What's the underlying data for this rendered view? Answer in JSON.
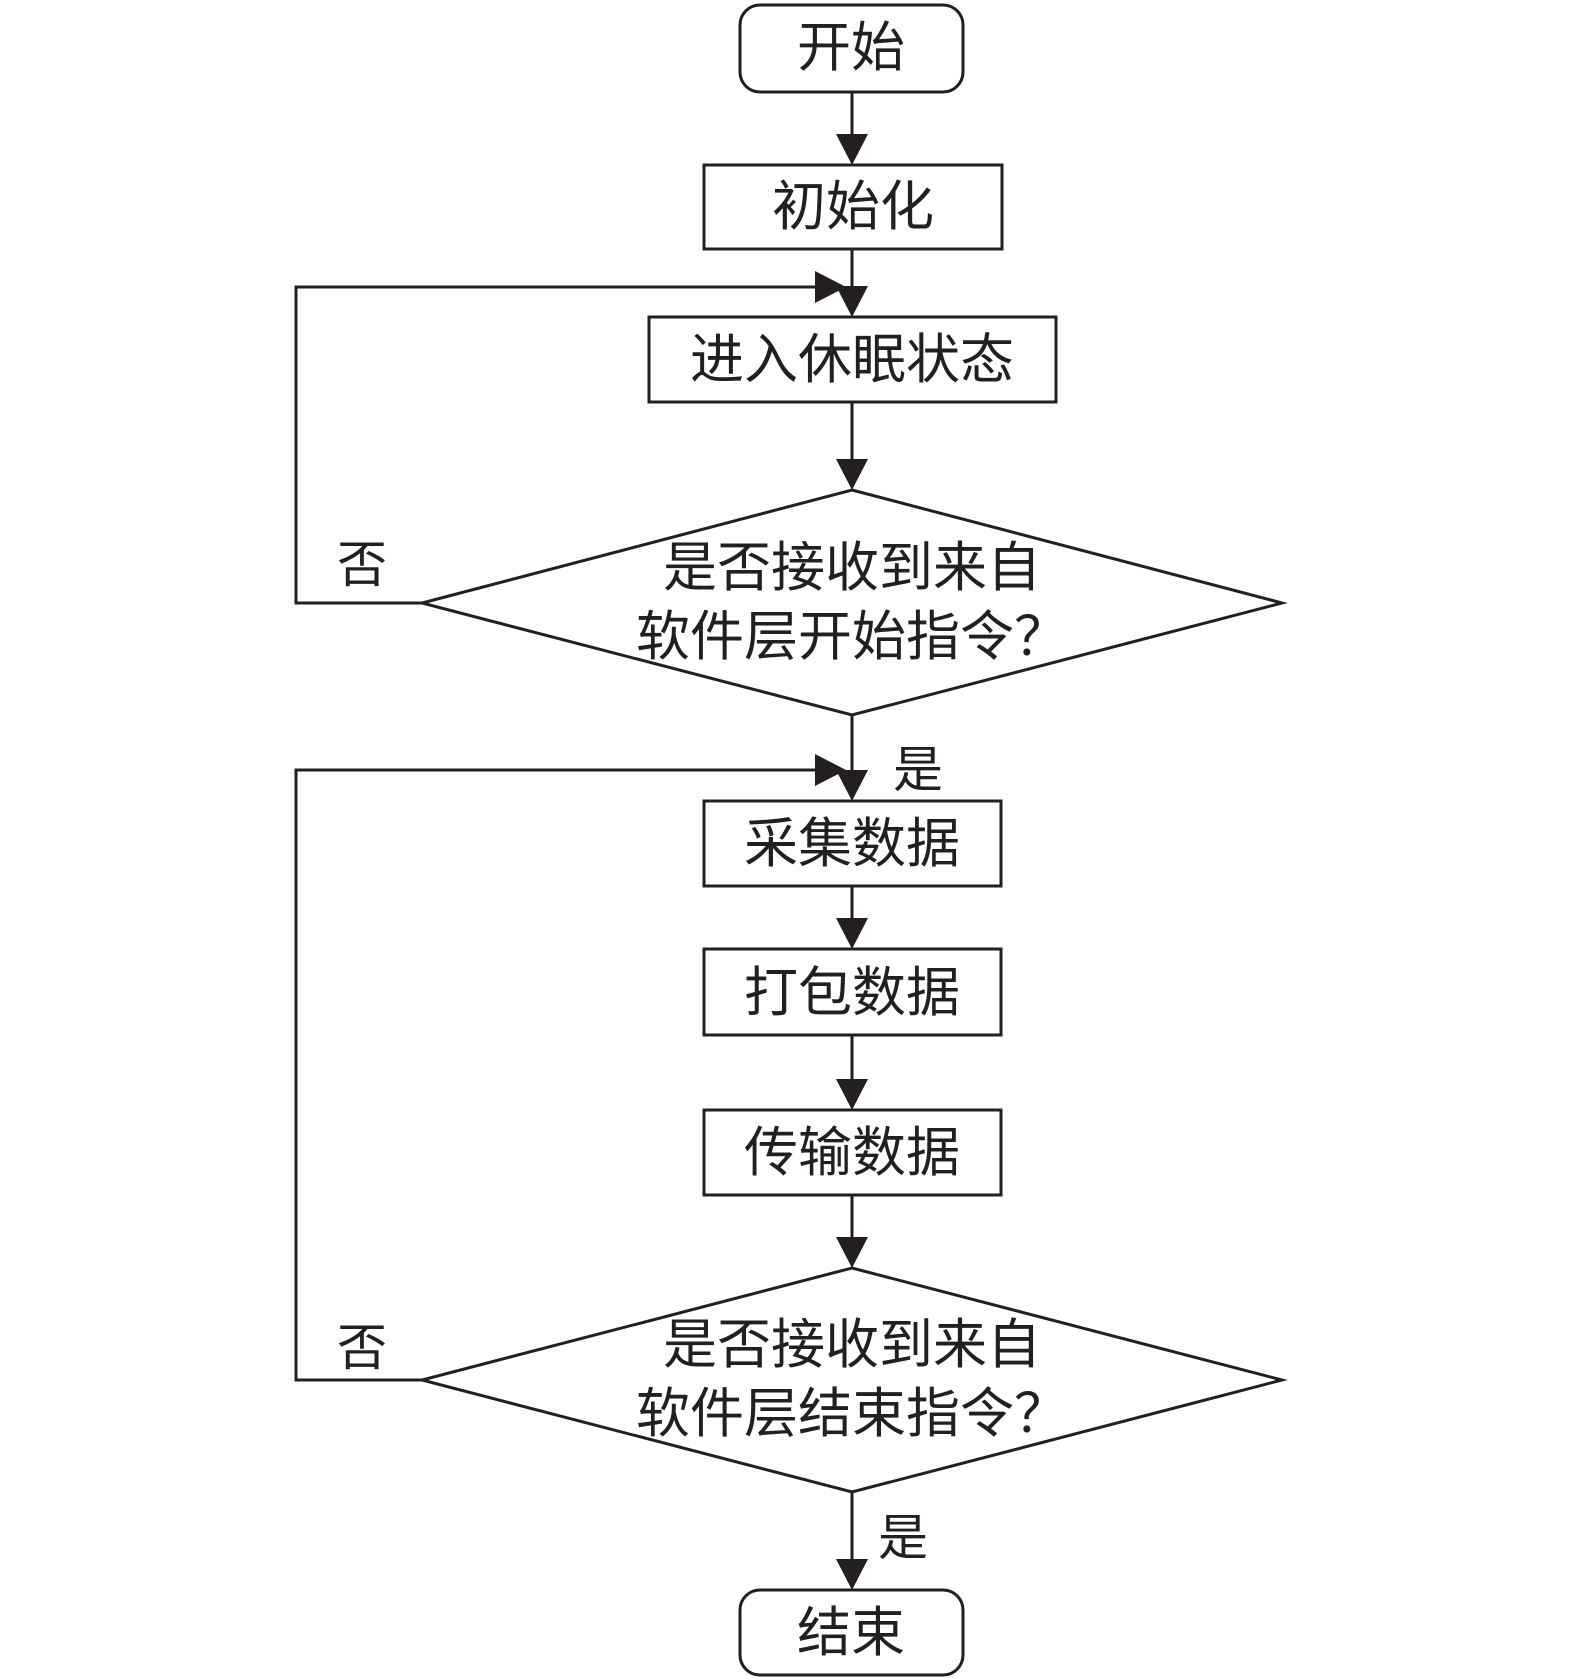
{
  "nodes": {
    "start": "开始",
    "init": "初始化",
    "sleep": "进入休眠状态",
    "decision1": [
      "是否接收到来自",
      "软件层开始指令？"
    ],
    "collect": "采集数据",
    "pack": "打包数据",
    "transmit": "传输数据",
    "decision2": [
      "是否接收到来自",
      "软件层结束指令？"
    ],
    "end": "结束"
  },
  "edge_labels": {
    "d1_no": "否",
    "d1_yes": "是",
    "d2_no": "否",
    "d2_yes": "是"
  },
  "colors": {
    "stroke": "#231f20",
    "background": "#ffffff"
  }
}
